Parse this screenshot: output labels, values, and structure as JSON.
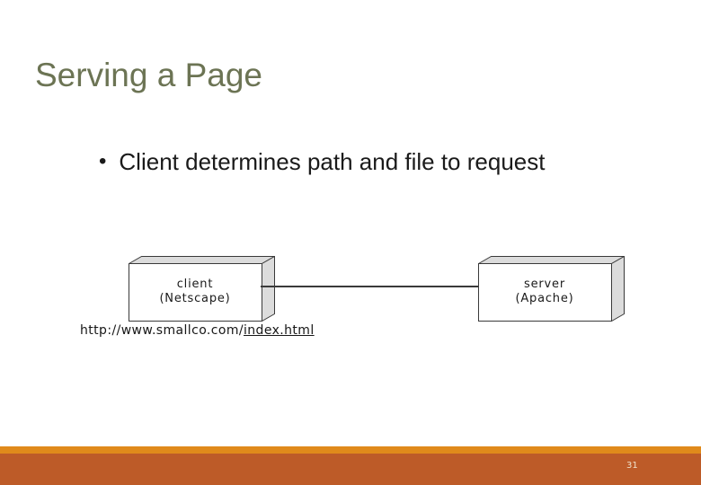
{
  "slide": {
    "title": "Serving a Page",
    "bullet": {
      "marker": "•",
      "text": "Client determines path and file to request"
    },
    "page_number": "31"
  },
  "diagram": {
    "nodes": [
      {
        "id": "client",
        "line1": "client",
        "line2": "(Netscape)"
      },
      {
        "id": "server",
        "line1": "server",
        "line2": "(Apache)"
      }
    ],
    "url": {
      "prefix": "http://www.smallco.com/",
      "file": "index.html"
    }
  },
  "colors": {
    "title_text": "#6c7454",
    "body_text": "#1a1a1a",
    "accent_strip": "#e08a1b",
    "footer_bar": "#bd5b28",
    "box_face_shade": "#dcdcdc",
    "box_face_front": "#ffffff",
    "box_border": "#3a3a3a",
    "page_number_text": "#efe0c9"
  }
}
